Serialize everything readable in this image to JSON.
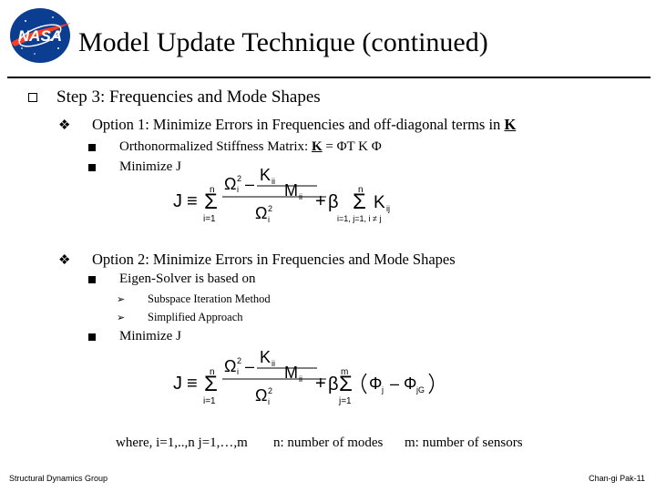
{
  "slide": {
    "title": "Model Update Technique (continued)",
    "step3": "Step 3: Frequencies and Mode Shapes",
    "option1": {
      "label_prefix": "Option 1: Minimize Errors in Frequencies and off-diagonal terms in",
      "label_symbol": "K",
      "items": [
        {
          "prefix": "Orthonormalized Stiffness Matrix:",
          "lhs": "K",
          "eq": "= ΦT K Φ"
        },
        {
          "text": "Minimize J"
        }
      ],
      "formula": {
        "J": "J",
        "equiv": "≡",
        "sigma": "Σ",
        "n": "n",
        "i1": "i=1",
        "omega": "Ω",
        "i": "i",
        "two": "2",
        "minus": "–",
        "K": "K",
        "ii": "ii",
        "M": "M",
        "plus": "+",
        "beta": "β",
        "ij": "ij",
        "lower": "i=1, j=1, i ≠ j"
      }
    },
    "option2": {
      "label": "Option 2: Minimize Errors in Frequencies and Mode Shapes",
      "eigen": "Eigen-Solver is based on",
      "methods": [
        "Subspace Iteration Method",
        "Simplified Approach"
      ],
      "minimize": "Minimize J",
      "formula": {
        "J": "J",
        "equiv": "≡",
        "sigma": "Σ",
        "n": "n",
        "i1": "i=1",
        "omega": "Ω",
        "i": "i",
        "two": "2",
        "minus": "–",
        "K": "K",
        "ii": "ii",
        "M": "M",
        "plus": "+",
        "beta": "β",
        "m": "m",
        "j1": "j=1",
        "phi": "Φ",
        "j": "j",
        "jG": "jG"
      },
      "where": "where, i=1,..,n  j=1,…,m",
      "n_def": "n: number of modes",
      "m_def": "m: number of sensors"
    }
  },
  "footer": {
    "left": "Structural Dynamics Group",
    "right": "Chan-gi Pak-11"
  },
  "logo": {
    "text": "NASA",
    "colors": {
      "blue": "#0b3d91",
      "red": "#fc3d21"
    }
  }
}
